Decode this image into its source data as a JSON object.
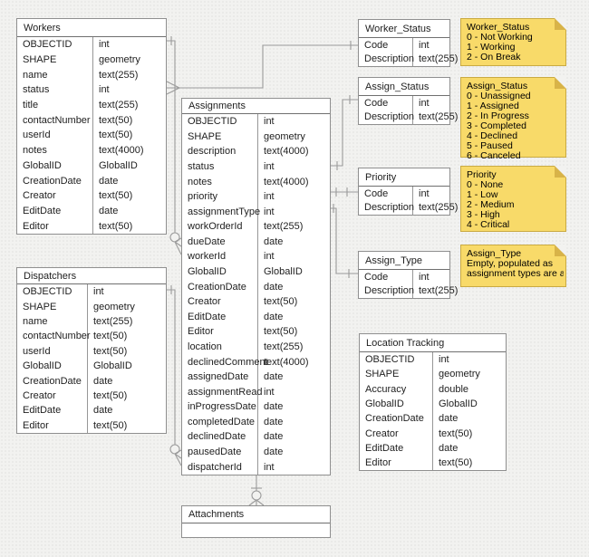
{
  "colors": {
    "background": "#f2f2f0",
    "table_fill": "#ffffff",
    "table_border": "#8f8f8f",
    "connector": "#9b9b9b",
    "note_fill": "#f8da69",
    "note_border": "#c9aa43",
    "note_fold": "#d8b348",
    "text": "#1e1e1e"
  },
  "entities": {
    "workers": {
      "title": "Workers",
      "fields": [
        [
          "OBJECTID",
          "int"
        ],
        [
          "SHAPE",
          "geometry"
        ],
        [
          "name",
          "text(255)"
        ],
        [
          "status",
          "int"
        ],
        [
          "title",
          "text(255)"
        ],
        [
          "contactNumber",
          "text(50)"
        ],
        [
          "userId",
          "text(50)"
        ],
        [
          "notes",
          "text(4000)"
        ],
        [
          "GlobalID",
          "GlobalID"
        ],
        [
          "CreationDate",
          "date"
        ],
        [
          "Creator",
          "text(50)"
        ],
        [
          "EditDate",
          "date"
        ],
        [
          "Editor",
          "text(50)"
        ]
      ]
    },
    "dispatchers": {
      "title": "Dispatchers",
      "fields": [
        [
          "OBJECTID",
          "int"
        ],
        [
          "SHAPE",
          "geometry"
        ],
        [
          "name",
          "text(255)"
        ],
        [
          "contactNumber",
          "text(50)"
        ],
        [
          "userId",
          "text(50)"
        ],
        [
          "GlobalID",
          "GlobalID"
        ],
        [
          "CreationDate",
          "date"
        ],
        [
          "Creator",
          "text(50)"
        ],
        [
          "EditDate",
          "date"
        ],
        [
          "Editor",
          "text(50)"
        ]
      ]
    },
    "assignments": {
      "title": "Assignments",
      "fields": [
        [
          "OBJECTID",
          "int"
        ],
        [
          "SHAPE",
          "geometry"
        ],
        [
          "description",
          "text(4000)"
        ],
        [
          "status",
          "int"
        ],
        [
          "notes",
          "text(4000)"
        ],
        [
          "priority",
          "int"
        ],
        [
          "assignmentType",
          "int"
        ],
        [
          "workOrderId",
          "text(255)"
        ],
        [
          "dueDate",
          "date"
        ],
        [
          "workerId",
          "int"
        ],
        [
          "GlobalID",
          "GlobalID"
        ],
        [
          "CreationDate",
          "date"
        ],
        [
          "Creator",
          "text(50)"
        ],
        [
          "EditDate",
          "date"
        ],
        [
          "Editor",
          "text(50)"
        ],
        [
          "location",
          "text(255)"
        ],
        [
          "declinedComment",
          "text(4000)"
        ],
        [
          "assignedDate",
          "date"
        ],
        [
          "assignmentRead",
          "int"
        ],
        [
          "inProgressDate",
          "date"
        ],
        [
          "completedDate",
          "date"
        ],
        [
          "declinedDate",
          "date"
        ],
        [
          "pausedDate",
          "date"
        ],
        [
          "dispatcherId",
          "int"
        ]
      ]
    },
    "attachments": {
      "title": "Attachments",
      "fields": []
    },
    "worker_status": {
      "title": "Worker_Status",
      "fields": [
        [
          "Code",
          "int"
        ],
        [
          "Description",
          "text(255)"
        ]
      ]
    },
    "assign_status": {
      "title": "Assign_Status",
      "fields": [
        [
          "Code",
          "int"
        ],
        [
          "Description",
          "text(255)"
        ]
      ]
    },
    "priority": {
      "title": "Priority",
      "fields": [
        [
          "Code",
          "int"
        ],
        [
          "Description",
          "text(255)"
        ]
      ]
    },
    "assign_type": {
      "title": "Assign_Type",
      "fields": [
        [
          "Code",
          "int"
        ],
        [
          "Description",
          "text(255)"
        ]
      ]
    },
    "location_tracking": {
      "title": "Location Tracking",
      "fields": [
        [
          "OBJECTID",
          "int"
        ],
        [
          "SHAPE",
          "geometry"
        ],
        [
          "Accuracy",
          "double"
        ],
        [
          "GlobalID",
          "GlobalID"
        ],
        [
          "CreationDate",
          "date"
        ],
        [
          "Creator",
          "text(50)"
        ],
        [
          "EditDate",
          "date"
        ],
        [
          "Editor",
          "text(50)"
        ]
      ]
    }
  },
  "notes": {
    "worker_status": {
      "lines": [
        "Worker_Status",
        "0 - Not Working",
        "1 - Working",
        "2 - On Break"
      ]
    },
    "assign_status": {
      "lines": [
        "Assign_Status",
        "0 - Unassigned",
        "1 - Assigned",
        "2 - In Progress",
        "3 - Completed",
        "4 - Declined",
        "5 - Paused",
        "6 - Canceled"
      ]
    },
    "priority": {
      "lines": [
        "Priority",
        "0 - None",
        "1 - Low",
        "2 - Medium",
        "3 - High",
        "4 - Critical"
      ]
    },
    "assign_type": {
      "lines": [
        "Assign_Type",
        "Empty, populated as",
        "assignment types are added"
      ]
    }
  },
  "relationships": [
    {
      "from": "Workers.OBJECTID",
      "to": "Assignments.workerId",
      "cardinality": "one-to-zero-or-many"
    },
    {
      "from": "Worker_Status.Code",
      "to": "Workers.status",
      "cardinality": "one-to-many"
    },
    {
      "from": "Dispatchers.OBJECTID",
      "to": "Assignments.dispatcherId",
      "cardinality": "one-to-zero-or-many"
    },
    {
      "from": "Assign_Status.Code",
      "to": "Assignments.status",
      "cardinality": "one-to-one-tick"
    },
    {
      "from": "Priority.Code",
      "to": "Assignments.priority",
      "cardinality": "one-to-one-tick"
    },
    {
      "from": "Assign_Type.Code",
      "to": "Assignments.assignmentType",
      "cardinality": "one-to-one-tick"
    },
    {
      "from": "Assignments",
      "to": "Attachments",
      "cardinality": "one-to-zero-or-many"
    }
  ]
}
